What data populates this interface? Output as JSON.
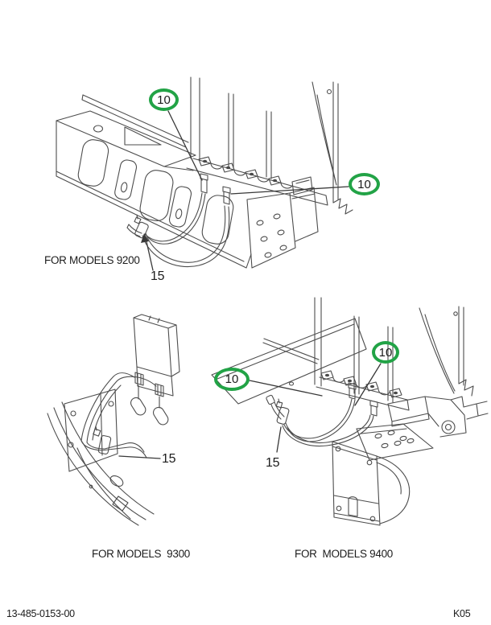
{
  "page": {
    "background": "#ffffff",
    "footer_left": "13-485-0153-00",
    "footer_right": "K05"
  },
  "colors": {
    "line": "#4d4d4d",
    "leader": "#383838",
    "text": "#1c1c1c",
    "callout_green": "#22a346"
  },
  "figures": [
    {
      "id": "models-9200",
      "caption": "FOR MODELS 9200",
      "callouts": [
        {
          "label": "10",
          "circled": true
        },
        {
          "label": "10",
          "circled": true
        },
        {
          "label": "15",
          "circled": false
        }
      ]
    },
    {
      "id": "models-9300",
      "caption": "FOR MODELS  9300",
      "callouts": [
        {
          "label": "15",
          "circled": false
        }
      ]
    },
    {
      "id": "models-9400",
      "caption": "FOR  MODELS 9400",
      "callouts": [
        {
          "label": "10",
          "circled": true
        },
        {
          "label": "10",
          "circled": true
        },
        {
          "label": "15",
          "circled": false
        }
      ]
    }
  ]
}
